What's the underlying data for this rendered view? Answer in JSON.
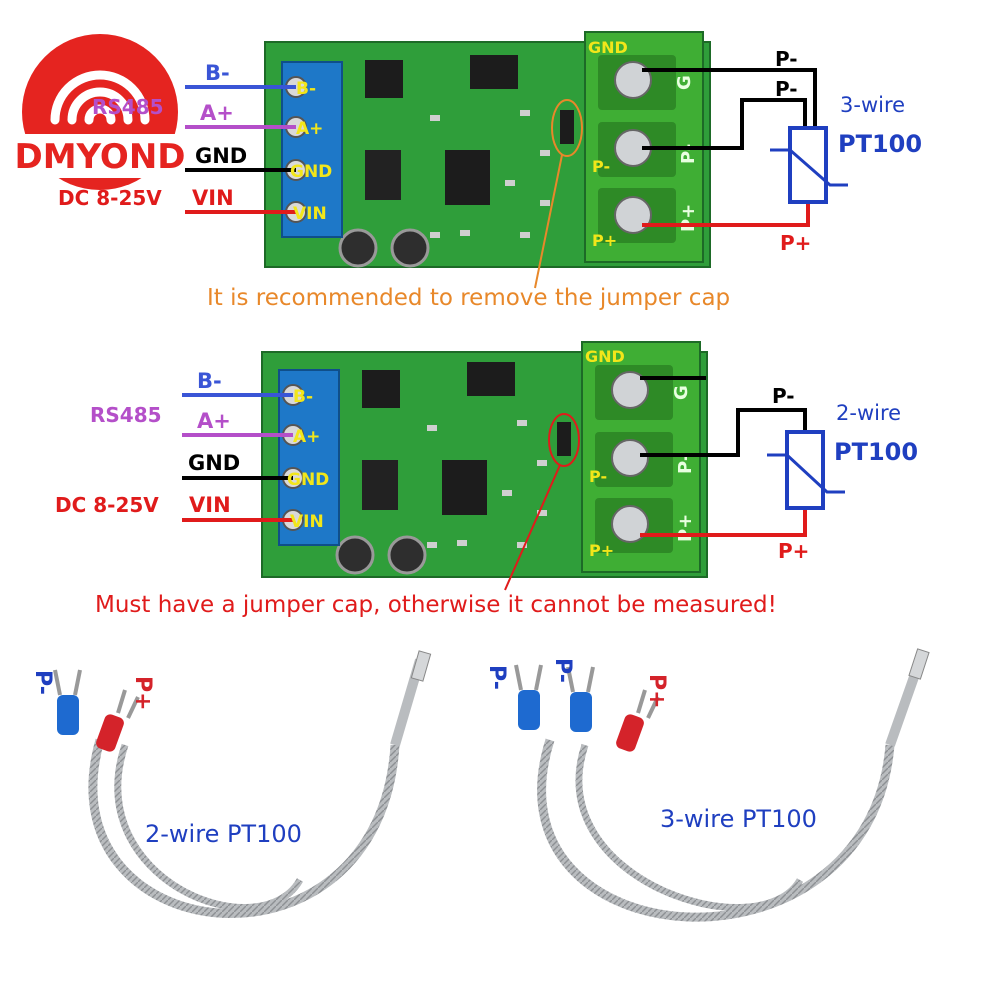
{
  "brand": {
    "name": "DMYOND",
    "logo_color": "#e52420"
  },
  "colors": {
    "pcb": "#2f9e3a",
    "terminal_blue": "#1e78c8",
    "terminal_green": "#3fae34",
    "wire_b": "#3a55d6",
    "wire_a": "#b44fc9",
    "wire_gnd": "#000000",
    "wire_vin": "#e01b1b",
    "pt100_blue": "#1f3fc0",
    "note_orange": "#e8882a",
    "note_red": "#e01b1b",
    "pin_yellow": "#f2e61a"
  },
  "top_diagram": {
    "left_labels": {
      "b_minus": "B-",
      "rs485": "RS485",
      "a_plus": "A+",
      "gnd": "GND",
      "power": "DC 8-25V",
      "vin": "VIN"
    },
    "pins_left": [
      "B-",
      "A+",
      "GND",
      "VIN"
    ],
    "pins_right": [
      "GND",
      "P-",
      "P+"
    ],
    "side_marks": [
      "G",
      "P-",
      "P+"
    ],
    "wire_labels": {
      "p_minus_1": "P-",
      "p_minus_2": "P-",
      "p_plus": "P+"
    },
    "sensor": {
      "type": "3-wire",
      "name": "PT100"
    },
    "note": "It is recommended to remove the jumper cap"
  },
  "middle_diagram": {
    "left_labels": {
      "b_minus": "B-",
      "rs485": "RS485",
      "a_plus": "A+",
      "gnd": "GND",
      "power": "DC 8-25V",
      "vin": "VIN"
    },
    "pins_left": [
      "B-",
      "A+",
      "GND",
      "VIN"
    ],
    "pins_right": [
      "GND",
      "P-",
      "P+"
    ],
    "side_marks": [
      "G",
      "P-",
      "P+"
    ],
    "wire_labels": {
      "p_minus": "P-",
      "p_plus": "P+"
    },
    "sensor": {
      "type": "2-wire",
      "name": "PT100"
    },
    "note": "Must have a jumper cap, otherwise it cannot be measured!"
  },
  "probes": {
    "left": {
      "caption": "2-wire PT100",
      "labels": [
        "P-",
        "P+"
      ]
    },
    "right": {
      "caption": "3-wire PT100",
      "labels": [
        "P-",
        "P-",
        "P+"
      ]
    }
  }
}
